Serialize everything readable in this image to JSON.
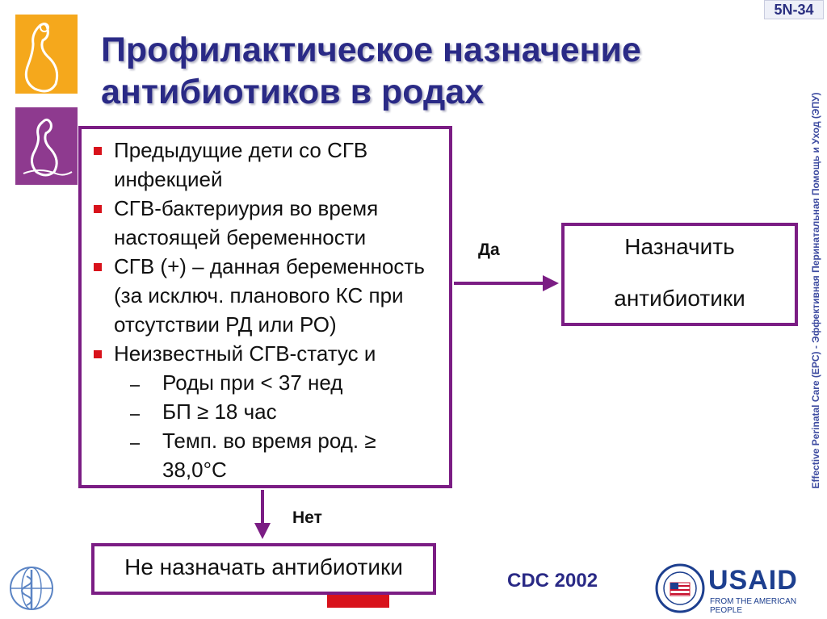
{
  "slide_number": "5N-34",
  "title": {
    "line1": "Профилактическое назначение",
    "line2": "антибиотиков  в родах"
  },
  "criteria": {
    "items": [
      "Предыдущие дети со СГВ",
      "инфекцией",
      "СГВ-бактериурия во время",
      "настоящей беременности",
      "СГВ (+) – данная беременность",
      "(за исключ. планового КС при",
      "отсутствии РД или РО)",
      "Неизвестный СГВ-статус и"
    ],
    "subitems": [
      "Роды при < 37 нед",
      "БП ≥ 18 час",
      "Темп. во время род. ≥",
      "38,0°С"
    ]
  },
  "yes_label": "Да",
  "no_label": "Нет",
  "yes_box": {
    "line1": "Назначить",
    "line2": "антибиотики"
  },
  "no_box": "Не назначать антибиотики",
  "source": "CDC 2002",
  "side_text": "Effective Perinatal Care (EPC) - Эффективная Перинатальная Помощь и Уход (ЭПУ)",
  "usaid": {
    "name": "USAID",
    "tagline": "FROM THE AMERICAN PEOPLE"
  },
  "colors": {
    "frame": "#7b1d84",
    "title": "#2a2a86",
    "bullet": "#d8121b",
    "logo_orange": "#f5a81c",
    "logo_purple": "#8e3a8f"
  }
}
